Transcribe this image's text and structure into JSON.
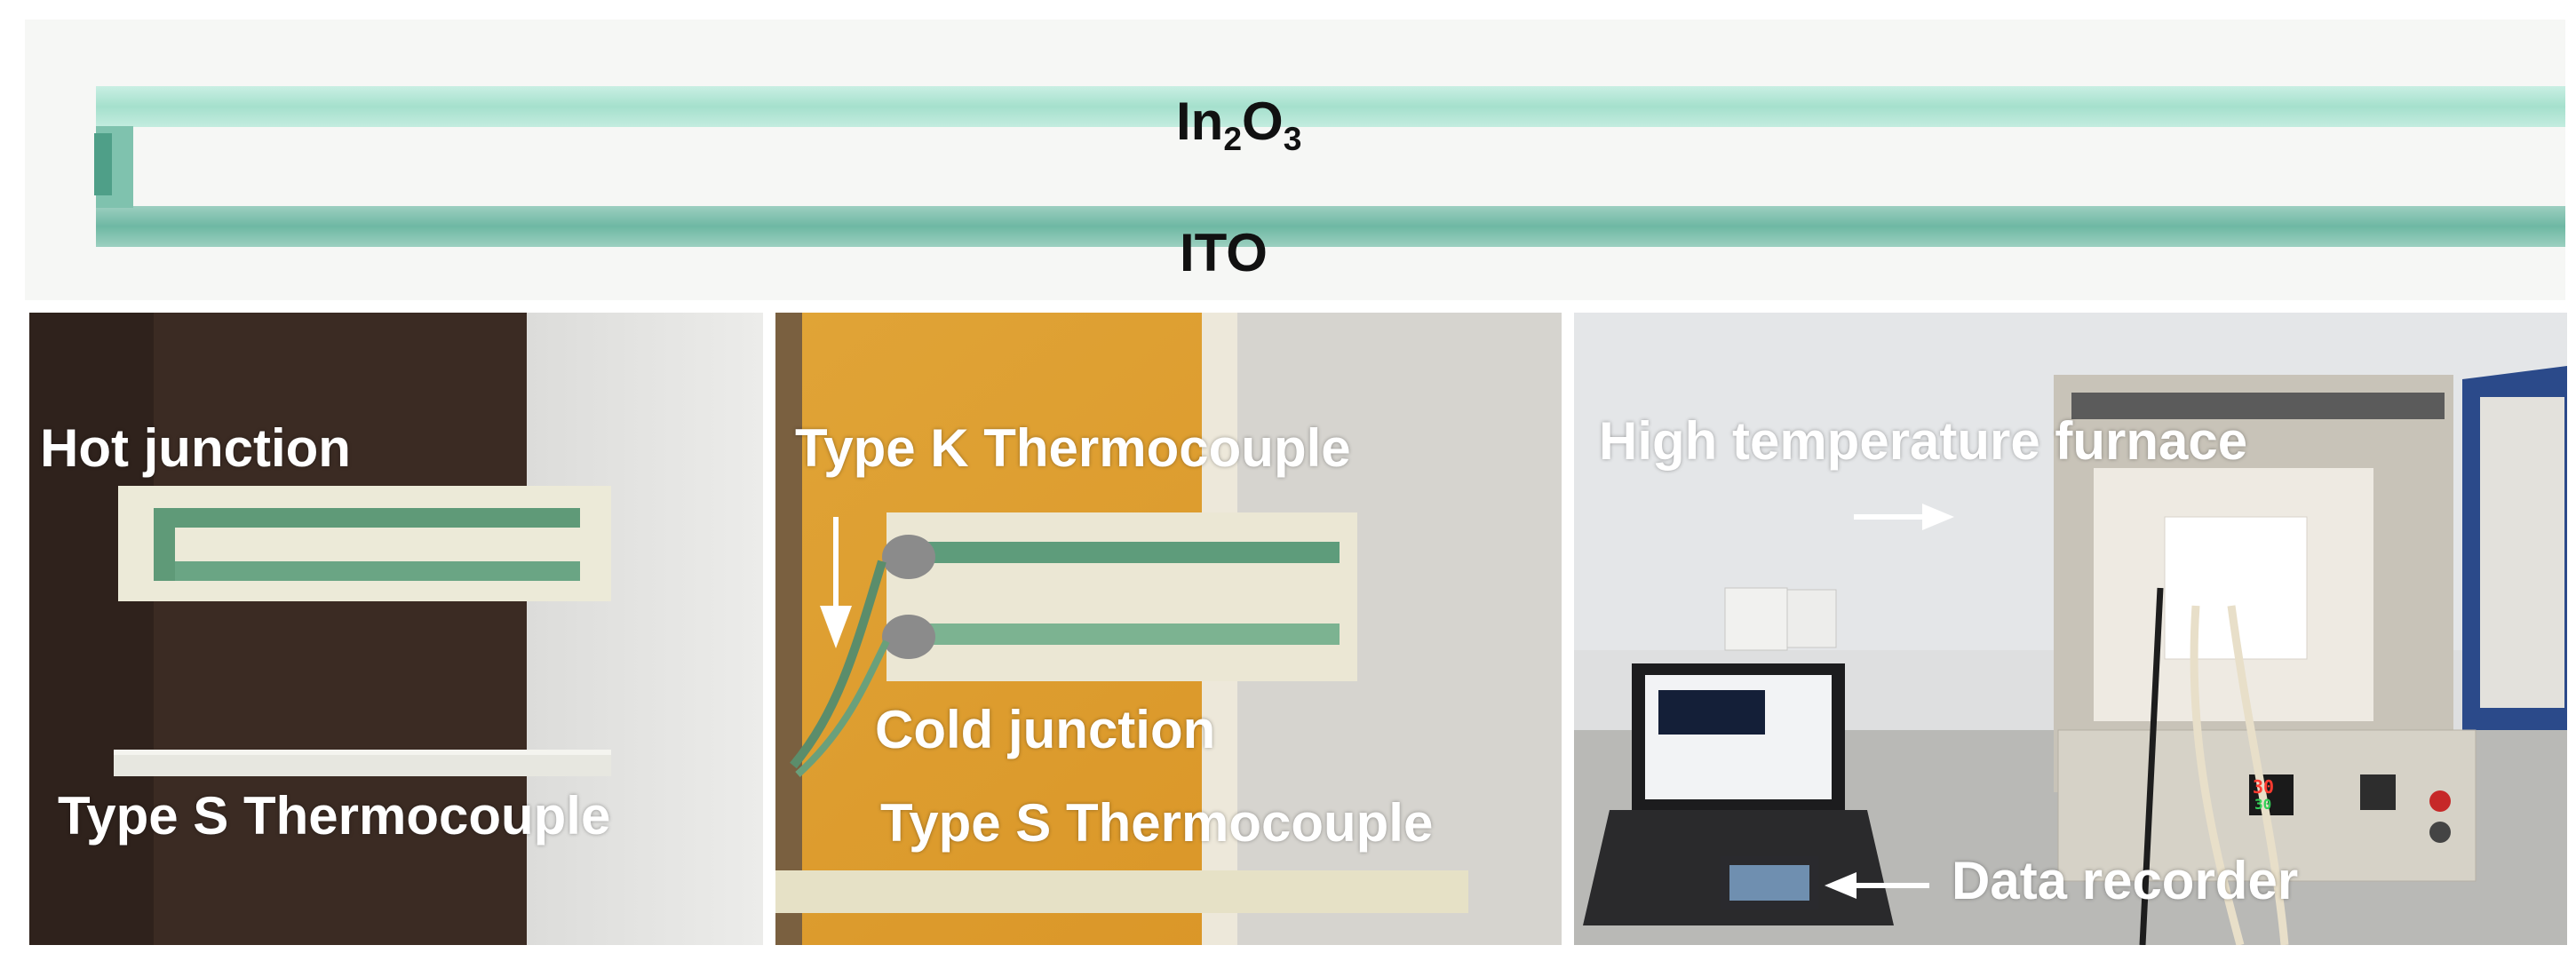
{
  "top_panel": {
    "label_top_main": "In",
    "label_top_sub1": "2",
    "label_top_mid": "O",
    "label_top_sub2": "3",
    "label_bottom": "ITO"
  },
  "panel_left": {
    "label_hot_junction": "Hot junction",
    "label_type_s": "Type S Thermocouple"
  },
  "panel_middle": {
    "label_type_k": "Type K Thermocouple",
    "label_cold_junction": "Cold junction",
    "label_type_s": "Type S Thermocouple"
  },
  "panel_right": {
    "label_furnace": "High temperature furnace",
    "label_recorder": "Data recorder",
    "controller_readout_top": "30",
    "controller_readout_bottom": "30"
  },
  "colors": {
    "in2o3_film": "#9fdcc9",
    "ito_film": "#6fb9a5",
    "substrate": "#ecead6",
    "arrow": "#ffffff"
  }
}
